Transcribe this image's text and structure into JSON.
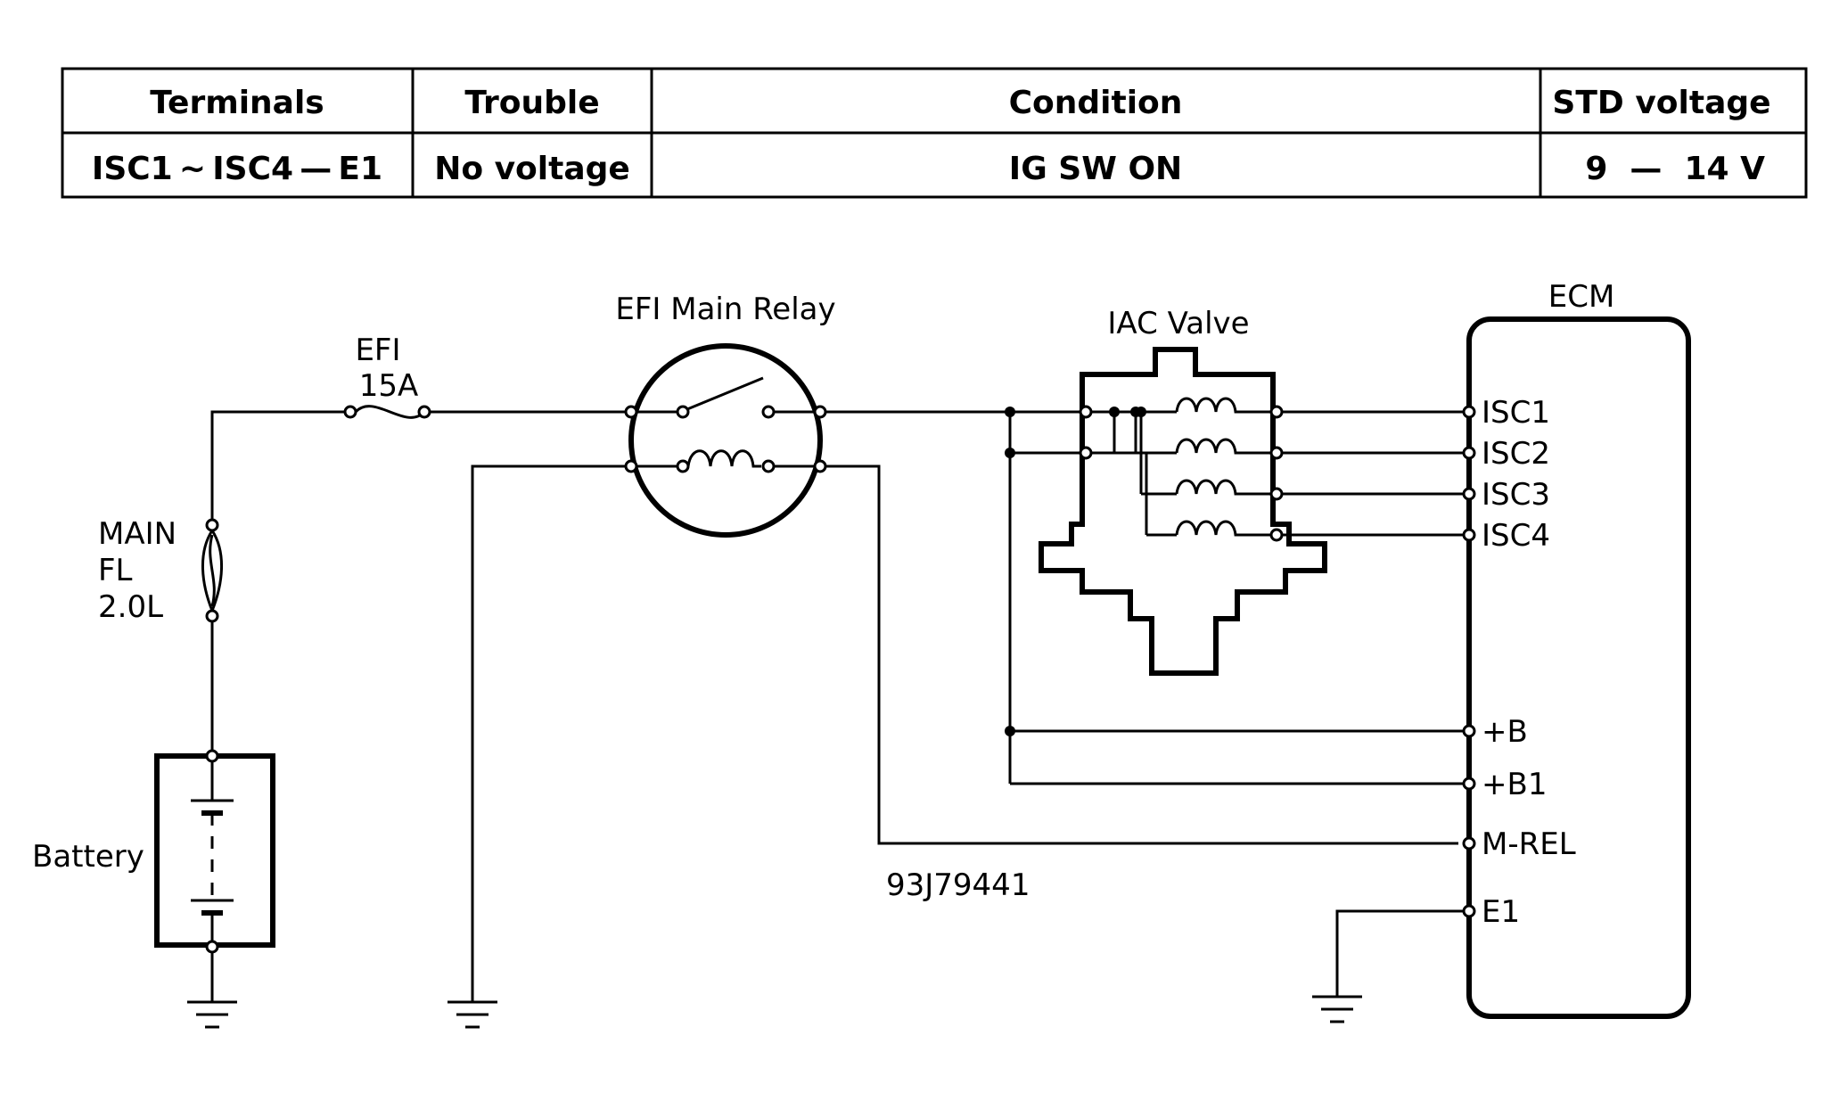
{
  "table": {
    "headers": [
      "Terminals",
      "Trouble",
      "Condition",
      "STD voltage"
    ],
    "row": [
      "ISC1 ~ ISC4 — E1",
      "No voltage",
      "IG SW ON",
      "9  —  14 V"
    ]
  },
  "diagram": {
    "fuse_efi": "EFI",
    "fuse_efi_rating": "15A",
    "relay": "EFI Main Relay",
    "iac_valve": "IAC Valve",
    "ecm": "ECM",
    "main_fl": "MAIN",
    "main_fl_line2": "FL",
    "main_fl_line3": "2.0L",
    "battery": "Battery",
    "ecm_pins": {
      "isc1": "ISC1",
      "isc2": "ISC2",
      "isc3": "ISC3",
      "isc4": "ISC4",
      "b": "+B",
      "b1": "+B1",
      "mrel": "M-REL",
      "e1": "E1"
    },
    "figure_code": "93J79441"
  }
}
